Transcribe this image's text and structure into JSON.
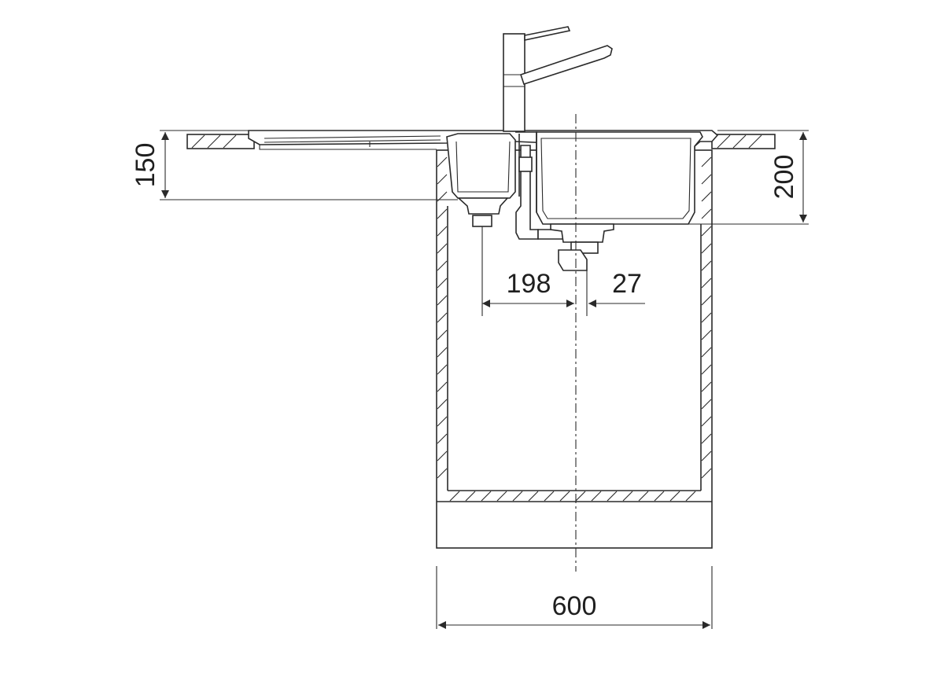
{
  "dimensions": {
    "left_height": "150",
    "right_height": "200",
    "offset_left": "198",
    "offset_right": "27",
    "cabinet_width": "600"
  }
}
